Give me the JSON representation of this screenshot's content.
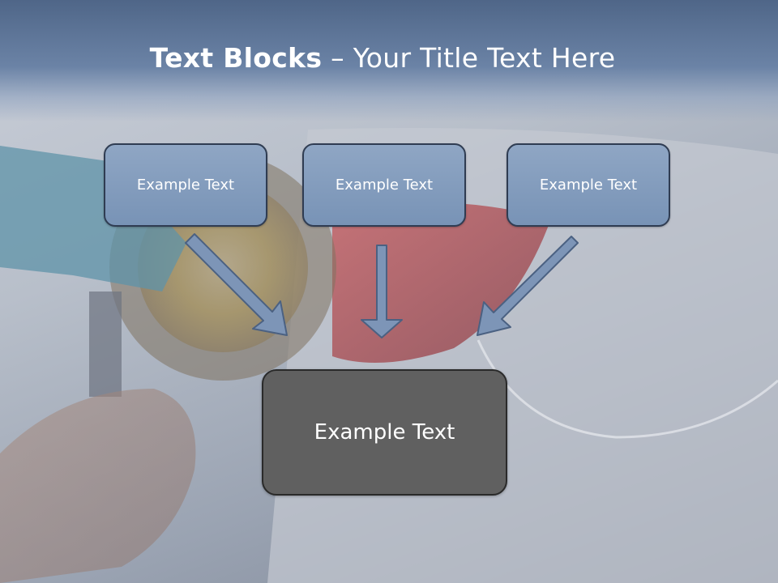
{
  "title": {
    "bold": "Text Blocks",
    "rest": " – Your Title Text Here"
  },
  "boxes": [
    {
      "label": "Example Text"
    },
    {
      "label": "Example Text"
    },
    {
      "label": "Example Text"
    }
  ],
  "main_box": {
    "label": "Example Text"
  },
  "colors": {
    "title_band": "#5a7399",
    "box_fill": "#8099bc",
    "box_border": "#2f3c52",
    "main_fill": "#606060",
    "arrow_fill": "#7d95b7"
  }
}
